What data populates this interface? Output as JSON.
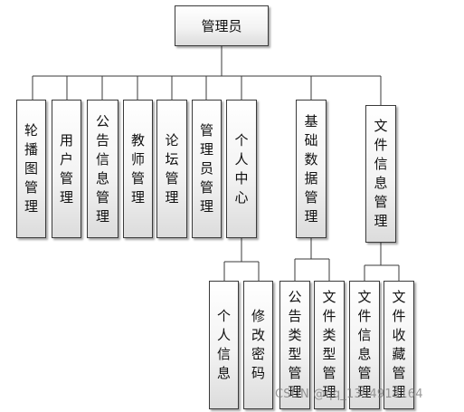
{
  "root": "管理员",
  "modules": [
    {
      "label": "轮播图管理"
    },
    {
      "label": "用户管理"
    },
    {
      "label": "公告信息管理"
    },
    {
      "label": "教师管理"
    },
    {
      "label": "论坛管理"
    },
    {
      "label": "管理员管理"
    },
    {
      "label": "个人中心",
      "children": [
        "个人信息",
        "修改密码"
      ]
    },
    {
      "label": "基础数据管理",
      "children": [
        "公告类型管理",
        "文件类型管理"
      ]
    },
    {
      "label": "文件信息管理",
      "children": [
        "文件信息管理",
        "文件收藏管理"
      ]
    }
  ],
  "watermark": "CSDN @qq_1394918164"
}
